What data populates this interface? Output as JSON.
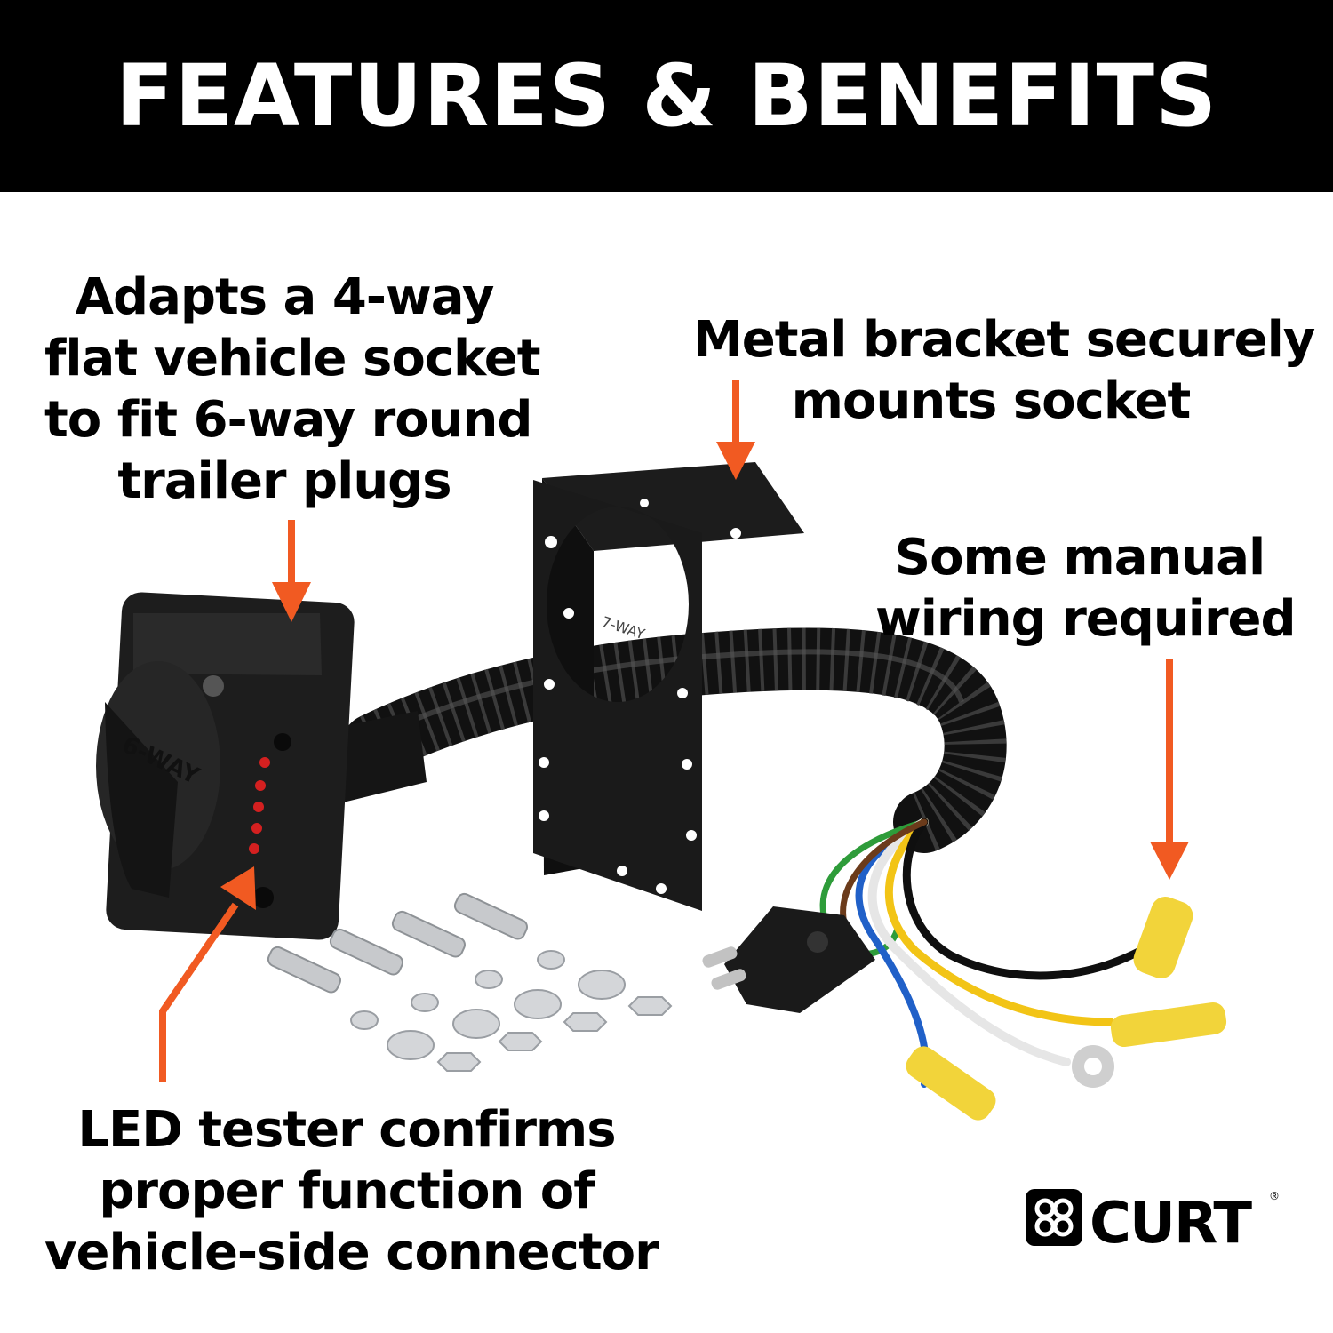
{
  "header": {
    "title": "FEATURES & BENEFITS"
  },
  "callouts": {
    "adapter": [
      "Adapts a 4-way",
      "flat vehicle socket",
      "to fit 6-way round",
      "trailer plugs"
    ],
    "bracket": [
      "Metal bracket securely",
      "mounts socket"
    ],
    "wiring": [
      "Some manual",
      "wiring required"
    ],
    "led": [
      "LED tester confirms",
      "proper function of",
      "vehicle-side connector"
    ]
  },
  "product": {
    "socket_label": "6-WAY",
    "bracket_label": "7-WAY"
  },
  "brand": {
    "name": "CURT",
    "registered_mark": "®"
  },
  "colors": {
    "header_bg": "#000000",
    "arrow": "#F15A22",
    "text": "#000000"
  },
  "icons": [
    "curt-logo-icon",
    "arrow-icon"
  ]
}
